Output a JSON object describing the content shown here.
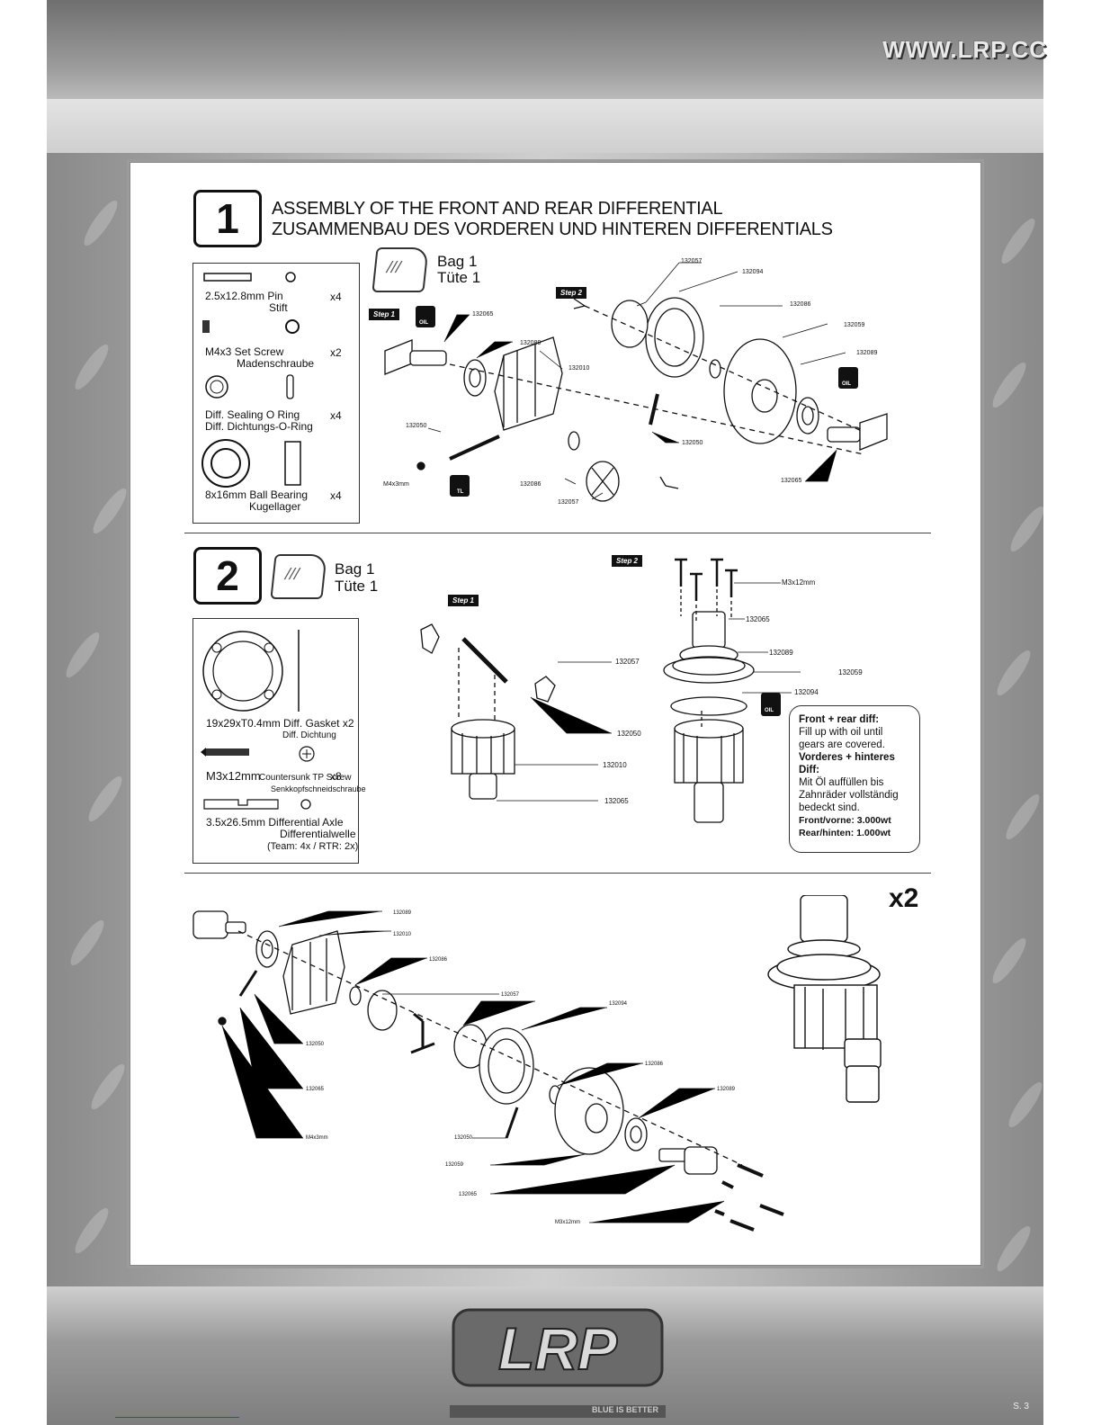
{
  "header": {
    "url": "WWW.LRP.CC"
  },
  "step1": {
    "number": "1",
    "title_en": "ASSEMBLY OF THE FRONT AND REAR DIFFERENTIAL",
    "title_de": "ZUSAMMENBAU DES VORDEREN UND HINTEREN DIFFERENTIALS",
    "bag_en": "Bag 1",
    "bag_de": "Tüte 1",
    "parts": [
      {
        "name": "2.5x12.8mm Pin",
        "sub": "Stift",
        "qty": "x4"
      },
      {
        "name": "M4x3 Set Screw",
        "sub": "Madenschraube",
        "qty": "x2"
      },
      {
        "name": "Diff. Sealing O Ring",
        "sub": "Diff. Dichtungs-O-Ring",
        "qty": "x4"
      },
      {
        "name": "8x16mm Ball Bearing",
        "sub": "Kugellager",
        "qty": "x4"
      }
    ],
    "step_badges": [
      "Step 1",
      "Step 2"
    ],
    "oil_label": "OIL",
    "tl_label": "TL",
    "part_numbers": {
      "a": "132057",
      "b": "132094",
      "c": "132086",
      "d": "132059",
      "e": "132089",
      "f": "132065",
      "g": "132089",
      "h": "132010",
      "i": "132050",
      "j": "M4x3mm",
      "k": "132086",
      "l": "132057",
      "m": "132050",
      "n": "132065"
    }
  },
  "step2": {
    "number": "2",
    "bag_en": "Bag 1",
    "bag_de": "Tüte 1",
    "parts": [
      {
        "name": "19x29xT0.4mm Diff. Gasket x2",
        "sub": "Diff. Dichtung"
      },
      {
        "name": "M3x12mm",
        "name_small": "Countersunk TP Screw",
        "qty": "x8",
        "sub": "Senkkopfschneidschraube"
      },
      {
        "name": "3.5x26.5mm Differential Axle",
        "sub": "Differentialwelle",
        "note": "(Team: 4x / RTR: 2x)"
      }
    ],
    "step_badges": [
      "Step 2",
      "Step 1"
    ],
    "part_numbers": {
      "a": "M3x12mm",
      "b": "132065",
      "c": "132089",
      "d": "132059",
      "e": "132094",
      "f": "132057",
      "g": "132050",
      "h": "132010",
      "i": "132065"
    },
    "oil_label": "OIL",
    "callout": {
      "l1": "Front + rear diff:",
      "l2": "Fill up with oil until",
      "l3": "gears are covered.",
      "l4": "Vorderes + hinteres Diff:",
      "l5": "Mit Öl auffüllen bis",
      "l6": "Zahnräder vollständig",
      "l7": "bedeckt sind.",
      "l8": "Front/vorne: 3.000wt",
      "l9": "Rear/hinten: 1.000wt"
    }
  },
  "exploded": {
    "multiplier": "x2",
    "part_numbers": {
      "a": "132089",
      "b": "132010",
      "c": "132086",
      "d": "132057",
      "e": "132094",
      "f": "132086",
      "g": "132089",
      "h": "132050",
      "i": "132065",
      "j": "M4x3mm",
      "k": "132050",
      "l": "132059",
      "m": "132065",
      "n": "M3x12mm"
    }
  },
  "footer": {
    "logo_text": "LRP",
    "tagline": "BLUE IS BETTER",
    "page": "S. 3"
  }
}
